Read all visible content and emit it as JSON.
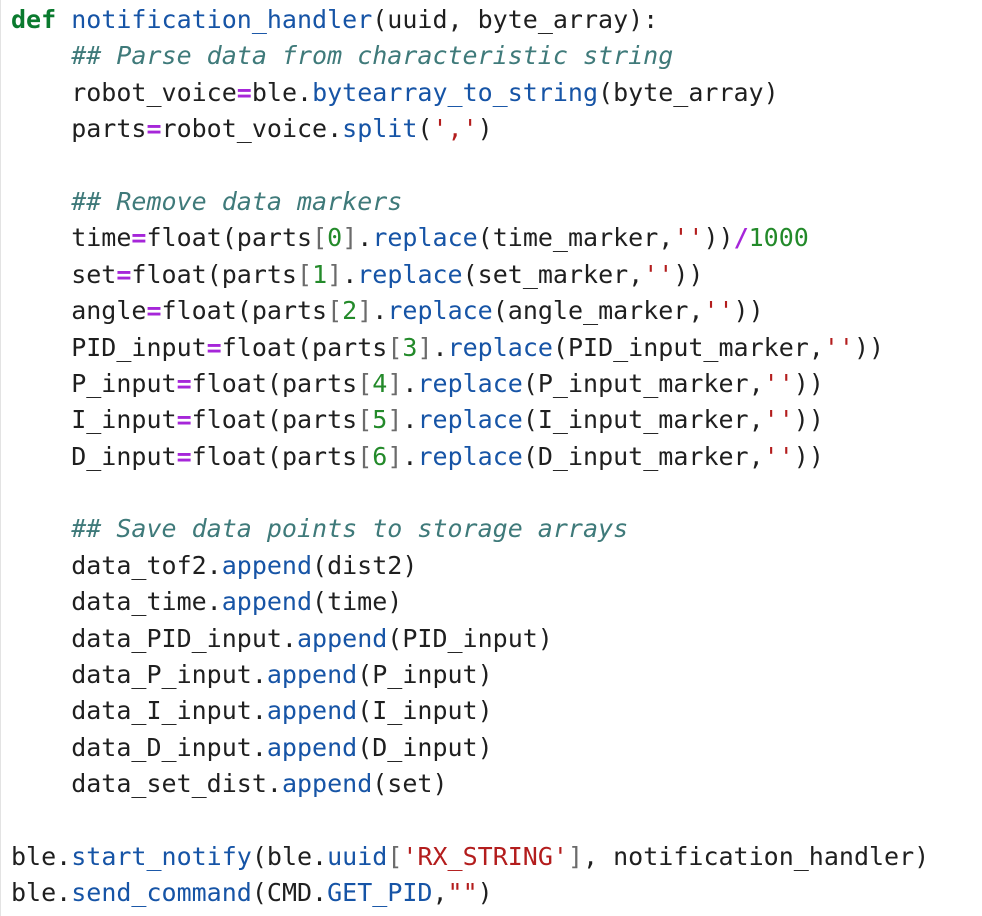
{
  "editor": {
    "language": "python",
    "colors": {
      "background": "#ffffff",
      "keyword": "#0a7a2e",
      "function": "#1654a6",
      "comment": "#3f7a7a",
      "operator": "#a626d9",
      "string": "#b31d1d",
      "number": "#238a2a",
      "text": "#1f1f1f"
    },
    "lines": [
      [
        {
          "t": "kw",
          "v": "def"
        },
        {
          "t": "tx",
          "v": " "
        },
        {
          "t": "fn",
          "v": "notification_handler"
        },
        {
          "t": "tx",
          "v": "(uuid, byte_array):"
        }
      ],
      [
        {
          "t": "tx",
          "v": "    "
        },
        {
          "t": "cm",
          "v": "## Parse data from characteristic string"
        }
      ],
      [
        {
          "t": "tx",
          "v": "    robot_voice"
        },
        {
          "t": "op",
          "v": "="
        },
        {
          "t": "tx",
          "v": "ble."
        },
        {
          "t": "fn",
          "v": "bytearray_to_string"
        },
        {
          "t": "tx",
          "v": "(byte_array)"
        }
      ],
      [
        {
          "t": "tx",
          "v": "    parts"
        },
        {
          "t": "op",
          "v": "="
        },
        {
          "t": "tx",
          "v": "robot_voice."
        },
        {
          "t": "fn",
          "v": "split"
        },
        {
          "t": "tx",
          "v": "("
        },
        {
          "t": "st",
          "v": "','"
        },
        {
          "t": "tx",
          "v": ")"
        }
      ],
      [
        {
          "t": "tx",
          "v": " "
        }
      ],
      [
        {
          "t": "tx",
          "v": "    "
        },
        {
          "t": "cm",
          "v": "## Remove data markers"
        }
      ],
      [
        {
          "t": "tx",
          "v": "    time"
        },
        {
          "t": "op",
          "v": "="
        },
        {
          "t": "tx",
          "v": "float(parts"
        },
        {
          "t": "br",
          "v": "["
        },
        {
          "t": "idx",
          "v": "0"
        },
        {
          "t": "br",
          "v": "]"
        },
        {
          "t": "tx",
          "v": "."
        },
        {
          "t": "fn",
          "v": "replace"
        },
        {
          "t": "tx",
          "v": "(time_marker,"
        },
        {
          "t": "st",
          "v": "''"
        },
        {
          "t": "tx",
          "v": "))"
        },
        {
          "t": "op",
          "v": "/"
        },
        {
          "t": "nm",
          "v": "1000"
        }
      ],
      [
        {
          "t": "tx",
          "v": "    set"
        },
        {
          "t": "op",
          "v": "="
        },
        {
          "t": "tx",
          "v": "float(parts"
        },
        {
          "t": "br",
          "v": "["
        },
        {
          "t": "idx",
          "v": "1"
        },
        {
          "t": "br",
          "v": "]"
        },
        {
          "t": "tx",
          "v": "."
        },
        {
          "t": "fn",
          "v": "replace"
        },
        {
          "t": "tx",
          "v": "(set_marker,"
        },
        {
          "t": "st",
          "v": "''"
        },
        {
          "t": "tx",
          "v": "))"
        }
      ],
      [
        {
          "t": "tx",
          "v": "    angle"
        },
        {
          "t": "op",
          "v": "="
        },
        {
          "t": "tx",
          "v": "float(parts"
        },
        {
          "t": "br",
          "v": "["
        },
        {
          "t": "idx",
          "v": "2"
        },
        {
          "t": "br",
          "v": "]"
        },
        {
          "t": "tx",
          "v": "."
        },
        {
          "t": "fn",
          "v": "replace"
        },
        {
          "t": "tx",
          "v": "(angle_marker,"
        },
        {
          "t": "st",
          "v": "''"
        },
        {
          "t": "tx",
          "v": "))"
        }
      ],
      [
        {
          "t": "tx",
          "v": "    PID_input"
        },
        {
          "t": "op",
          "v": "="
        },
        {
          "t": "tx",
          "v": "float(parts"
        },
        {
          "t": "br",
          "v": "["
        },
        {
          "t": "idx",
          "v": "3"
        },
        {
          "t": "br",
          "v": "]"
        },
        {
          "t": "tx",
          "v": "."
        },
        {
          "t": "fn",
          "v": "replace"
        },
        {
          "t": "tx",
          "v": "(PID_input_marker,"
        },
        {
          "t": "st",
          "v": "''"
        },
        {
          "t": "tx",
          "v": "))"
        }
      ],
      [
        {
          "t": "tx",
          "v": "    P_input"
        },
        {
          "t": "op",
          "v": "="
        },
        {
          "t": "tx",
          "v": "float(parts"
        },
        {
          "t": "br",
          "v": "["
        },
        {
          "t": "idx",
          "v": "4"
        },
        {
          "t": "br",
          "v": "]"
        },
        {
          "t": "tx",
          "v": "."
        },
        {
          "t": "fn",
          "v": "replace"
        },
        {
          "t": "tx",
          "v": "(P_input_marker,"
        },
        {
          "t": "st",
          "v": "''"
        },
        {
          "t": "tx",
          "v": "))"
        }
      ],
      [
        {
          "t": "tx",
          "v": "    I_input"
        },
        {
          "t": "op",
          "v": "="
        },
        {
          "t": "tx",
          "v": "float(parts"
        },
        {
          "t": "br",
          "v": "["
        },
        {
          "t": "idx",
          "v": "5"
        },
        {
          "t": "br",
          "v": "]"
        },
        {
          "t": "tx",
          "v": "."
        },
        {
          "t": "fn",
          "v": "replace"
        },
        {
          "t": "tx",
          "v": "(I_input_marker,"
        },
        {
          "t": "st",
          "v": "''"
        },
        {
          "t": "tx",
          "v": "))"
        }
      ],
      [
        {
          "t": "tx",
          "v": "    D_input"
        },
        {
          "t": "op",
          "v": "="
        },
        {
          "t": "tx",
          "v": "float(parts"
        },
        {
          "t": "br",
          "v": "["
        },
        {
          "t": "idx",
          "v": "6"
        },
        {
          "t": "br",
          "v": "]"
        },
        {
          "t": "tx",
          "v": "."
        },
        {
          "t": "fn",
          "v": "replace"
        },
        {
          "t": "tx",
          "v": "(D_input_marker,"
        },
        {
          "t": "st",
          "v": "''"
        },
        {
          "t": "tx",
          "v": "))"
        }
      ],
      [
        {
          "t": "tx",
          "v": " "
        }
      ],
      [
        {
          "t": "tx",
          "v": "    "
        },
        {
          "t": "cm",
          "v": "## Save data points to storage arrays"
        }
      ],
      [
        {
          "t": "tx",
          "v": "    data_tof2."
        },
        {
          "t": "fn",
          "v": "append"
        },
        {
          "t": "tx",
          "v": "(dist2)"
        }
      ],
      [
        {
          "t": "tx",
          "v": "    data_time."
        },
        {
          "t": "fn",
          "v": "append"
        },
        {
          "t": "tx",
          "v": "(time)"
        }
      ],
      [
        {
          "t": "tx",
          "v": "    data_PID_input."
        },
        {
          "t": "fn",
          "v": "append"
        },
        {
          "t": "tx",
          "v": "(PID_input)"
        }
      ],
      [
        {
          "t": "tx",
          "v": "    data_P_input."
        },
        {
          "t": "fn",
          "v": "append"
        },
        {
          "t": "tx",
          "v": "(P_input)"
        }
      ],
      [
        {
          "t": "tx",
          "v": "    data_I_input."
        },
        {
          "t": "fn",
          "v": "append"
        },
        {
          "t": "tx",
          "v": "(I_input)"
        }
      ],
      [
        {
          "t": "tx",
          "v": "    data_D_input."
        },
        {
          "t": "fn",
          "v": "append"
        },
        {
          "t": "tx",
          "v": "(D_input)"
        }
      ],
      [
        {
          "t": "tx",
          "v": "    data_set_dist."
        },
        {
          "t": "fn",
          "v": "append"
        },
        {
          "t": "tx",
          "v": "(set)"
        }
      ],
      [
        {
          "t": "tx",
          "v": " "
        }
      ],
      [
        {
          "t": "tx",
          "v": "ble."
        },
        {
          "t": "fn",
          "v": "start_notify"
        },
        {
          "t": "tx",
          "v": "(ble."
        },
        {
          "t": "fn",
          "v": "uuid"
        },
        {
          "t": "br",
          "v": "["
        },
        {
          "t": "st",
          "v": "'RX_STRING'"
        },
        {
          "t": "br",
          "v": "]"
        },
        {
          "t": "tx",
          "v": ", notification_handler)"
        }
      ],
      [
        {
          "t": "tx",
          "v": "ble."
        },
        {
          "t": "fn",
          "v": "send_command"
        },
        {
          "t": "tx",
          "v": "(CMD."
        },
        {
          "t": "fn",
          "v": "GET_PID"
        },
        {
          "t": "tx",
          "v": ","
        },
        {
          "t": "st",
          "v": "\"\""
        },
        {
          "t": "tx",
          "v": ")"
        }
      ]
    ]
  }
}
